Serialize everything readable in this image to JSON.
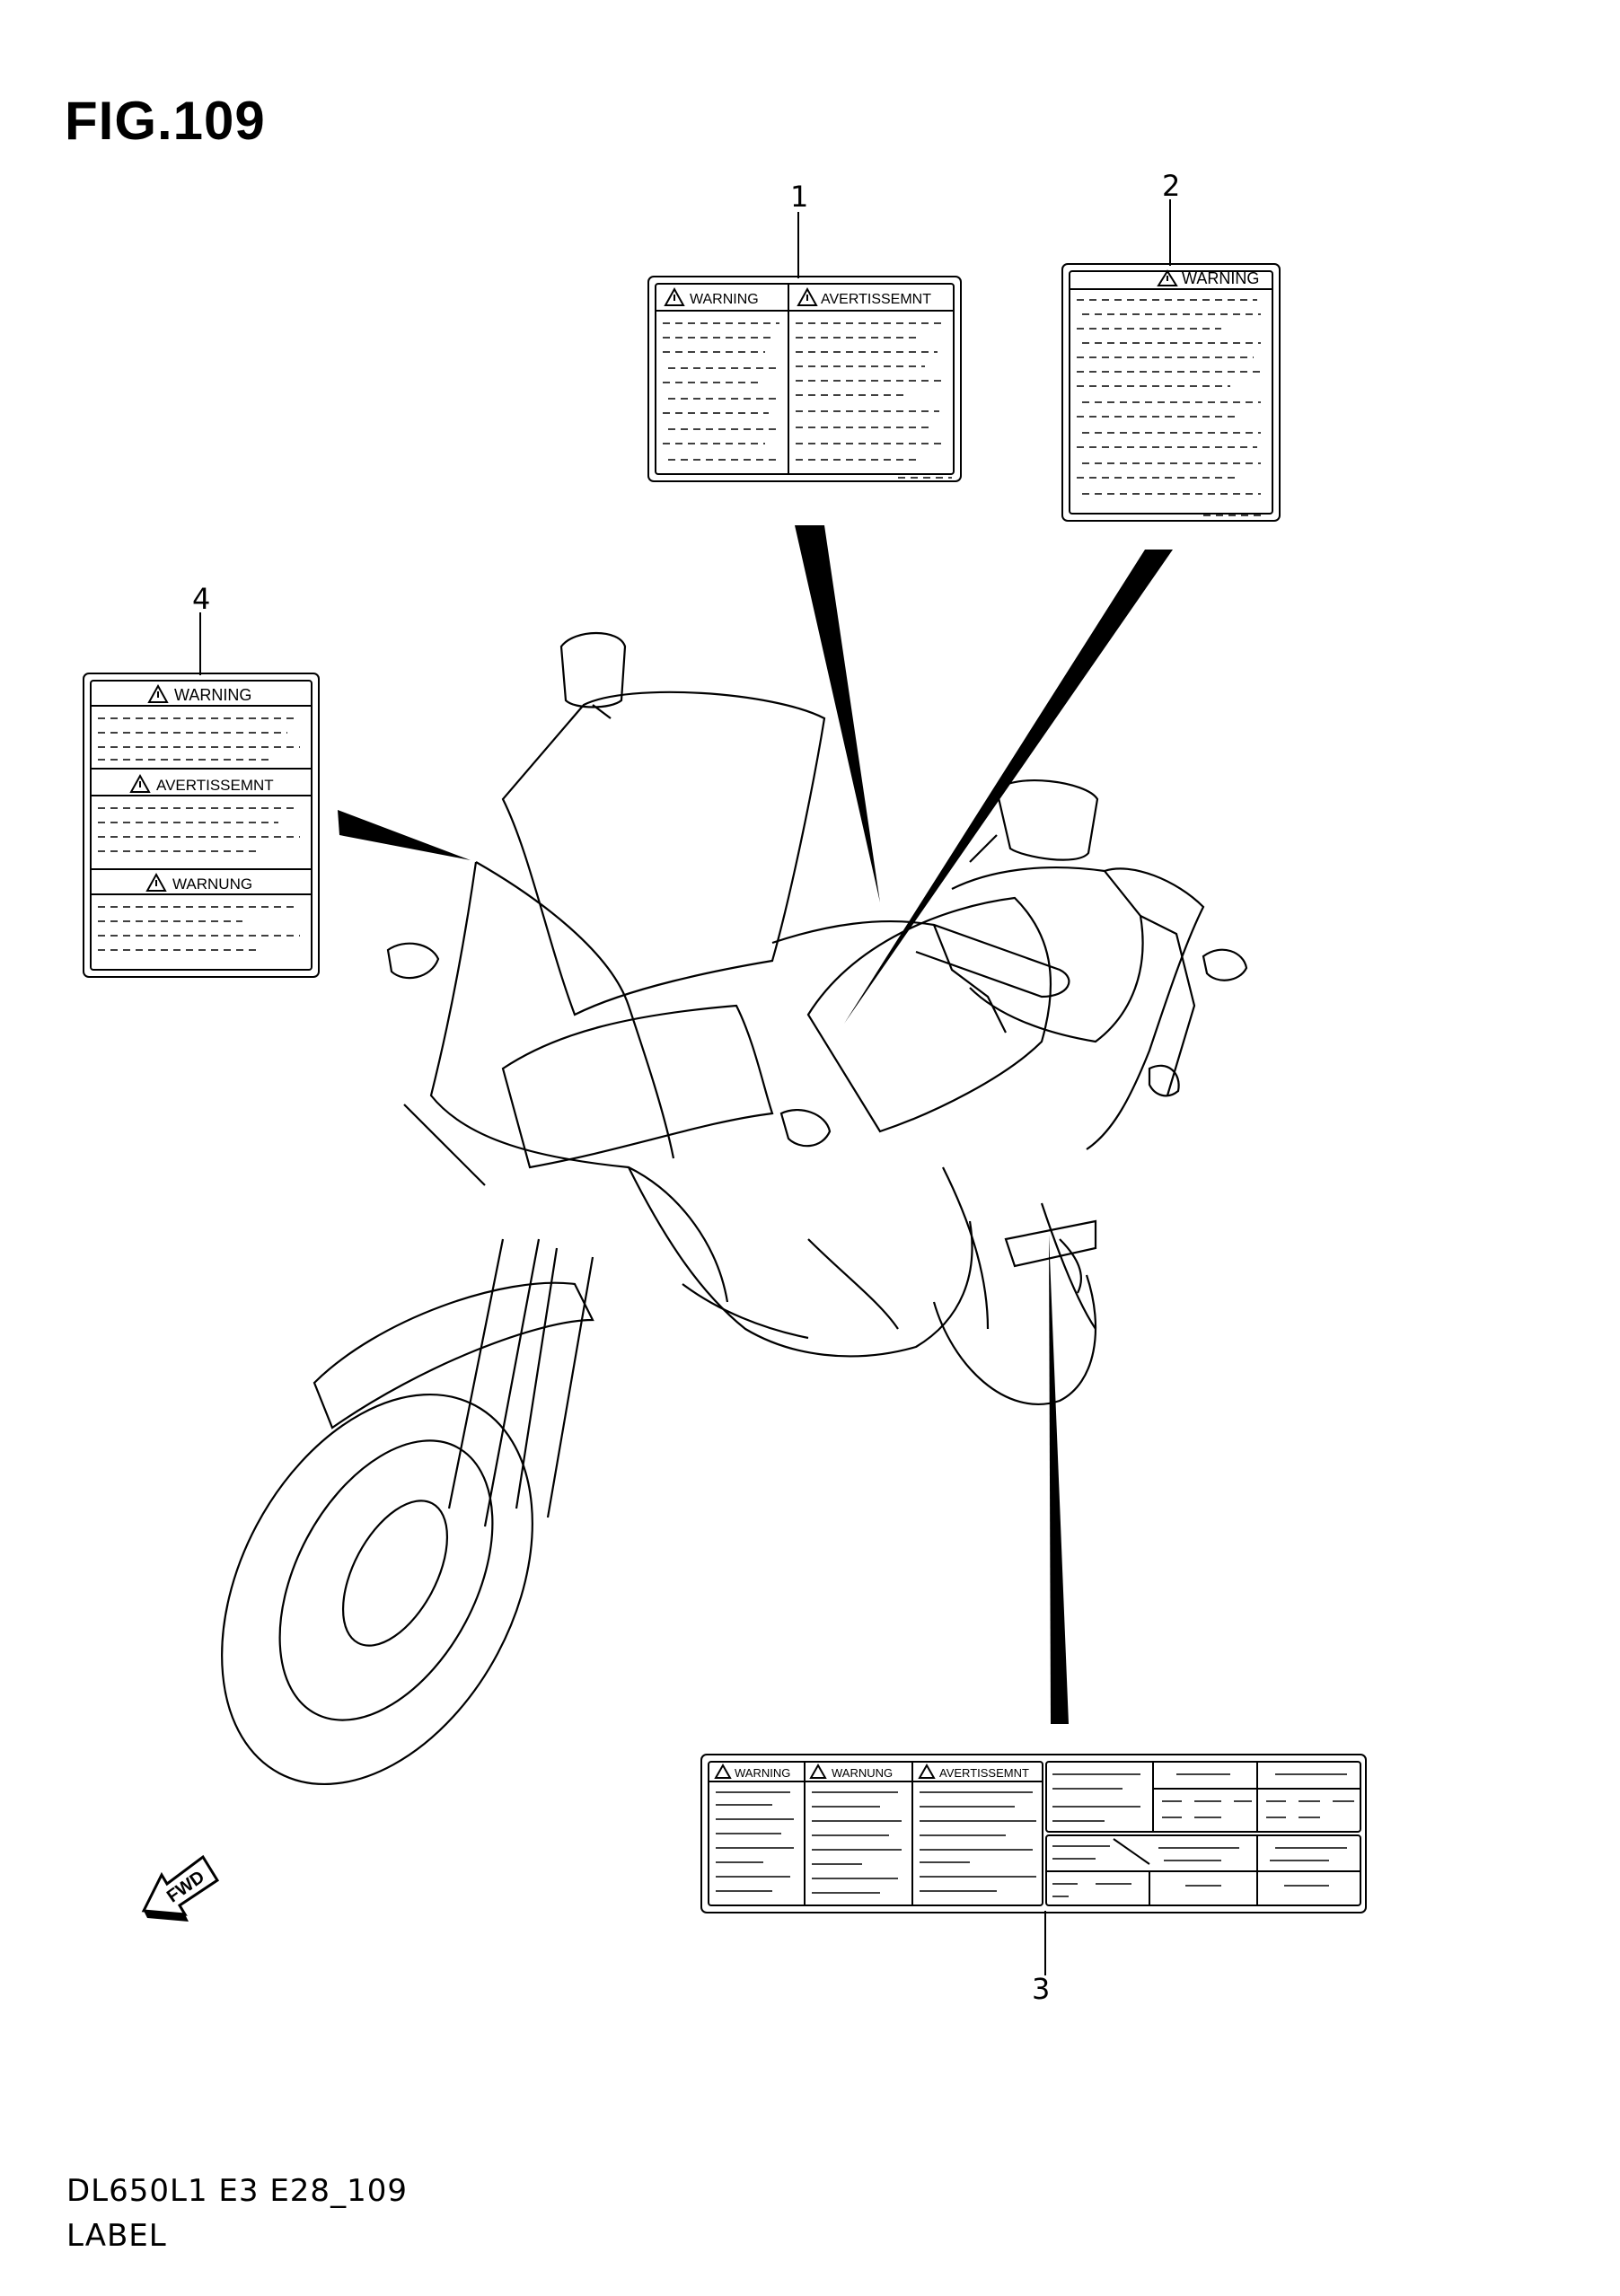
{
  "figure": {
    "title": "FIG.109"
  },
  "callouts": [
    {
      "number": "1"
    },
    {
      "number": "2"
    },
    {
      "number": "3"
    },
    {
      "number": "4"
    }
  ],
  "labels": {
    "label1": {
      "headings": [
        "WARNING",
        "AVERTISSEMNT"
      ]
    },
    "label2": {
      "headings": [
        "WARNING"
      ]
    },
    "label3": {
      "headings": [
        "WARNING",
        "WARNUNG",
        "AVERTISSEMNT"
      ]
    },
    "label4": {
      "headings": [
        "WARNING",
        "AVERTISSEMNT",
        "WARNUNG"
      ]
    }
  },
  "direction_arrow": {
    "text": "FWD"
  },
  "footer": {
    "model_code": "DL650L1 E3 E28_109",
    "caption": "LABEL"
  }
}
